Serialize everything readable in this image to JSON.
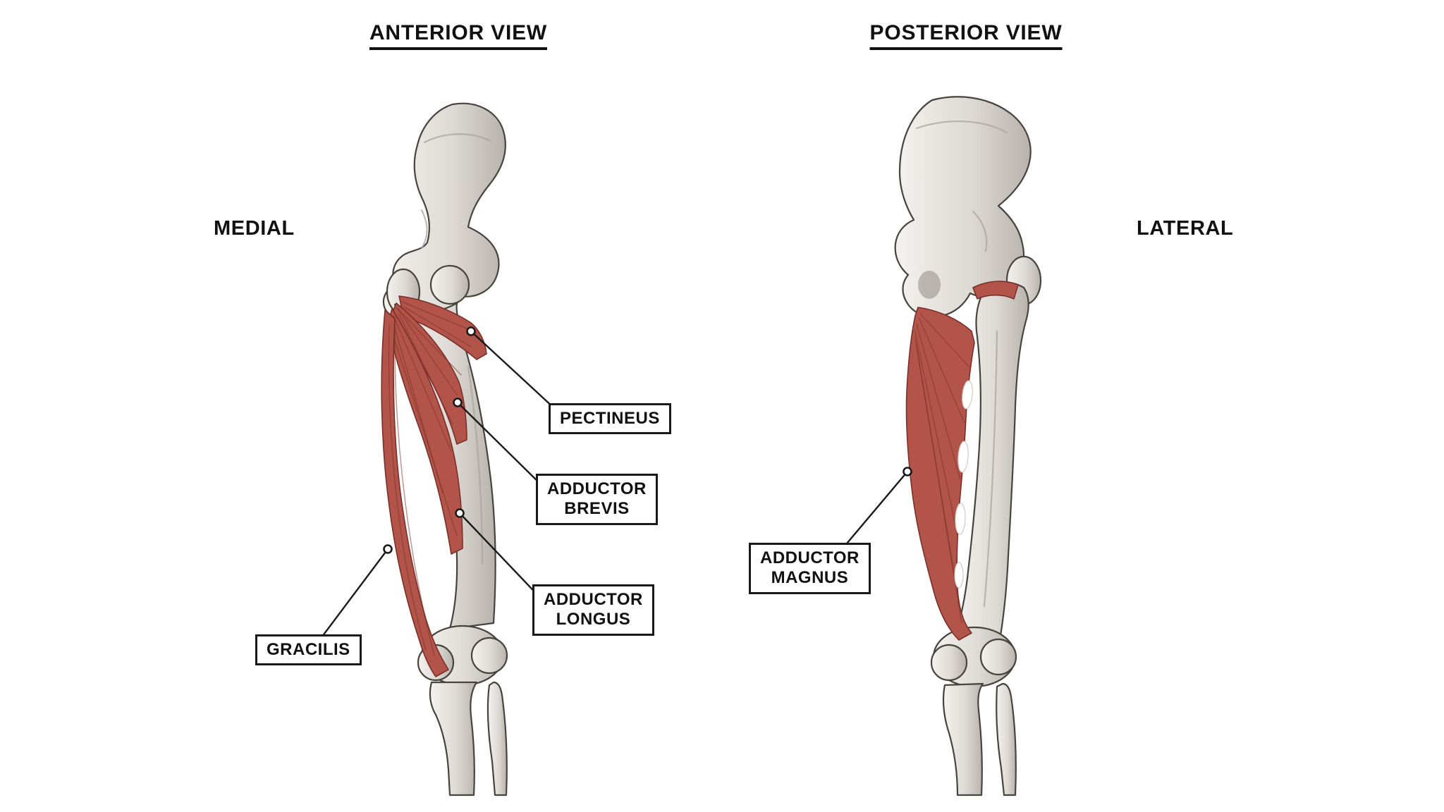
{
  "page": {
    "background": "#ffffff"
  },
  "titles": {
    "anterior": "ANTERIOR VIEW",
    "posterior": "POSTERIOR VIEW"
  },
  "side_labels": {
    "left": "MEDIAL",
    "right": "LATERAL"
  },
  "labels": [
    {
      "id": "pectineus",
      "text": "PECTINEUS"
    },
    {
      "id": "adductor-brevis",
      "text": "ADDUCTOR\nBREVIS"
    },
    {
      "id": "adductor-longus",
      "text": "ADDUCTOR\nLONGUS"
    },
    {
      "id": "gracilis",
      "text": "GRACILIS"
    },
    {
      "id": "adductor-magnus",
      "text": "ADDUCTOR\nMAGNUS"
    }
  ],
  "colors": {
    "background": "#ffffff",
    "muscle": "#b3544b",
    "muscle_dark": "#7b2f28",
    "bone_light": "#f3f1ee",
    "bone_mid": "#d9d5cf",
    "bone_dark": "#aaa49d",
    "bone_outline": "#47433f",
    "label_border": "#1a1a1a",
    "leader": "#1a1a1a",
    "text": "#111111"
  }
}
